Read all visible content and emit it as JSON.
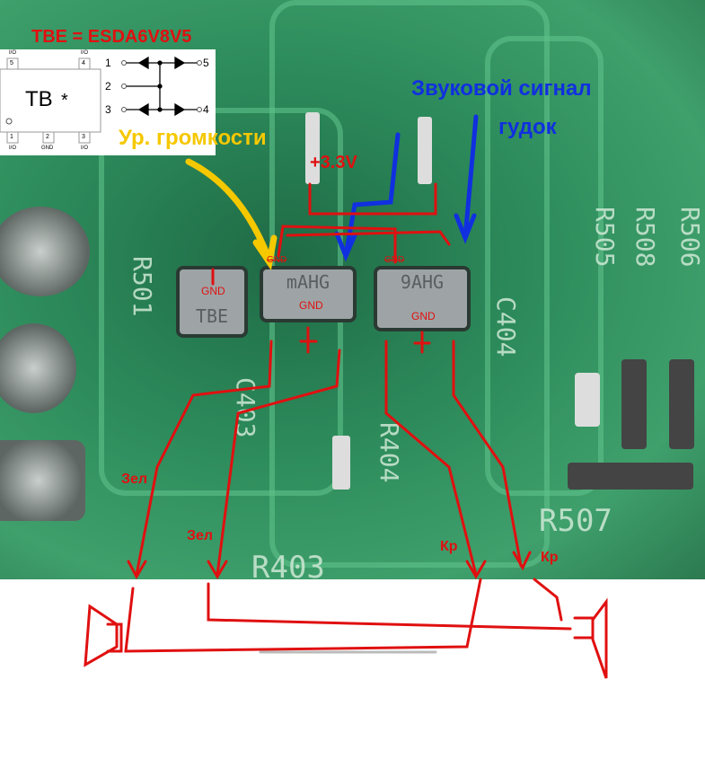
{
  "title": "TBE = ESDA6V8V5",
  "inset": {
    "chip_label": "TB",
    "chip_star": "*",
    "pins_top": [
      "I/O",
      "I/O"
    ],
    "pin_nums_top": [
      "5",
      "4"
    ],
    "pins_bottom": [
      "I/O",
      "GND",
      "I/O"
    ],
    "pin_nums_bottom": [
      "1",
      "2",
      "3"
    ],
    "schematic_pins": [
      "1",
      "2",
      "3",
      "4",
      "5"
    ]
  },
  "labels": {
    "volume": "Ур. громкости",
    "supply": "+3.3V",
    "beep": "Звуковой сигнал",
    "beep2": "гудок",
    "zel1": "Зел",
    "zel2": "Зел",
    "kr1": "Кр",
    "kr2": "Кр"
  },
  "gnd": [
    "GND",
    "GND",
    "GND",
    "GND",
    "GND"
  ],
  "chips": [
    "TBE",
    "mAHG",
    "9AHG"
  ],
  "silkscreen": [
    "R507",
    "R403",
    "C403",
    "R404",
    "C404",
    "R505",
    "R508",
    "R506",
    "R501"
  ],
  "colors": {
    "red": "#e01010",
    "blue": "#1030e0",
    "yellow": "#f5c800"
  }
}
